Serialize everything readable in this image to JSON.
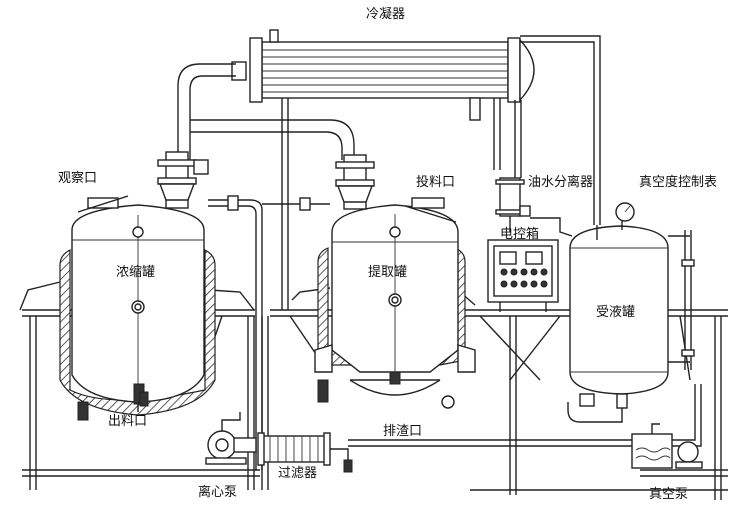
{
  "labels": {
    "condenser": "冷凝器",
    "observation_port": "观察口",
    "feed_port": "投料口",
    "oil_water_separator": "油水分离器",
    "vacuum_gauge": "真空度控制表",
    "control_box": "电控箱",
    "concentration_tank": "浓缩罐",
    "extraction_tank": "提取罐",
    "receiving_tank": "受液罐",
    "discharge_port": "出料口",
    "residue_port": "排渣口",
    "filter": "过滤器",
    "centrifugal_pump": "离心泵",
    "vacuum_pump": "真空泵"
  }
}
